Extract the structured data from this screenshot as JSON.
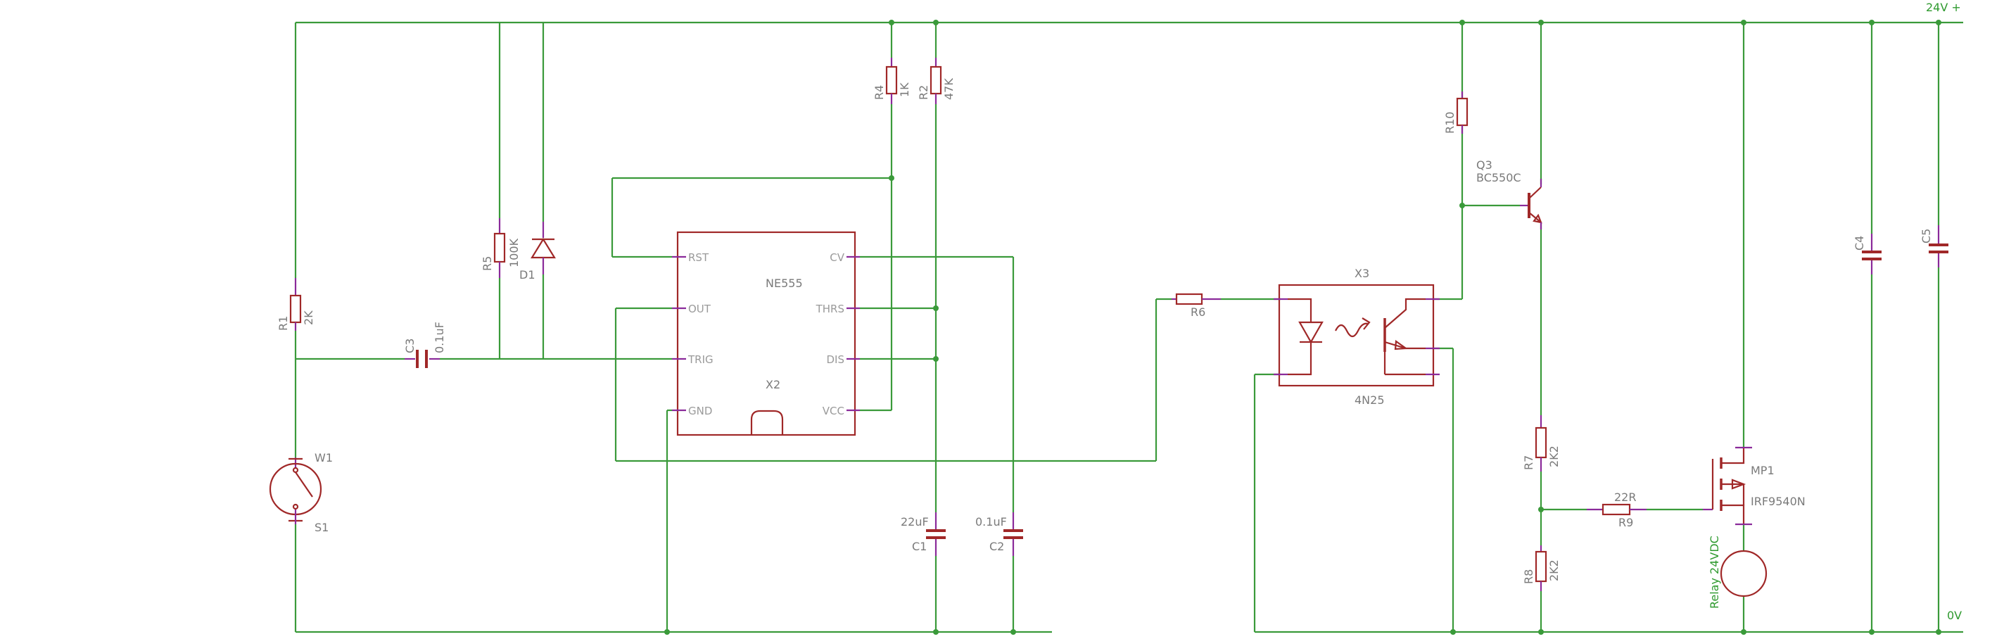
{
  "colors": {
    "wire": "#3a9a3a",
    "component": "#a02828",
    "pin": "#8a2a9a",
    "label": "#7a7a7a",
    "net_label": "#2f9a2f"
  },
  "nets": {
    "supply": "24V +",
    "ground": "0V"
  },
  "ic_555": {
    "name": "X2",
    "value": "NE555",
    "pins": {
      "rst": "RST",
      "out": "OUT",
      "trig": "TRIG",
      "gnd": "GND",
      "cv": "CV",
      "thrs": "THRS",
      "dis": "DIS",
      "vcc": "VCC"
    }
  },
  "optocoupler": {
    "name": "X3",
    "value": "4N25"
  },
  "transistor": {
    "name": "Q3",
    "value": "BC550C"
  },
  "mosfet": {
    "name": "MP1",
    "value": "IRF9540N"
  },
  "relay": {
    "label": "Relay 24VDC"
  },
  "switch": {
    "name": "S1",
    "pin_label": "W1"
  },
  "diode": {
    "name": "D1"
  },
  "resistors": {
    "r1": {
      "name": "R1",
      "value": "2K"
    },
    "r2": {
      "name": "R2",
      "value": "47K"
    },
    "r4": {
      "name": "R4",
      "value": "1K"
    },
    "r5": {
      "name": "R5",
      "value": "100K"
    },
    "r6": {
      "name": "R6",
      "value": ""
    },
    "r7": {
      "name": "R7",
      "value": "2K2"
    },
    "r8": {
      "name": "R8",
      "value": "2K2"
    },
    "r9": {
      "name": "R9",
      "value": "22R"
    },
    "r10": {
      "name": "R10",
      "value": ""
    }
  },
  "capacitors": {
    "c1": {
      "name": "C1",
      "value": "22uF"
    },
    "c2": {
      "name": "C2",
      "value": "0.1uF"
    },
    "c3": {
      "name": "C3",
      "value": "0.1uF"
    },
    "c4": {
      "name": "C4",
      "value": ""
    },
    "c5": {
      "name": "C5",
      "value": ""
    }
  }
}
